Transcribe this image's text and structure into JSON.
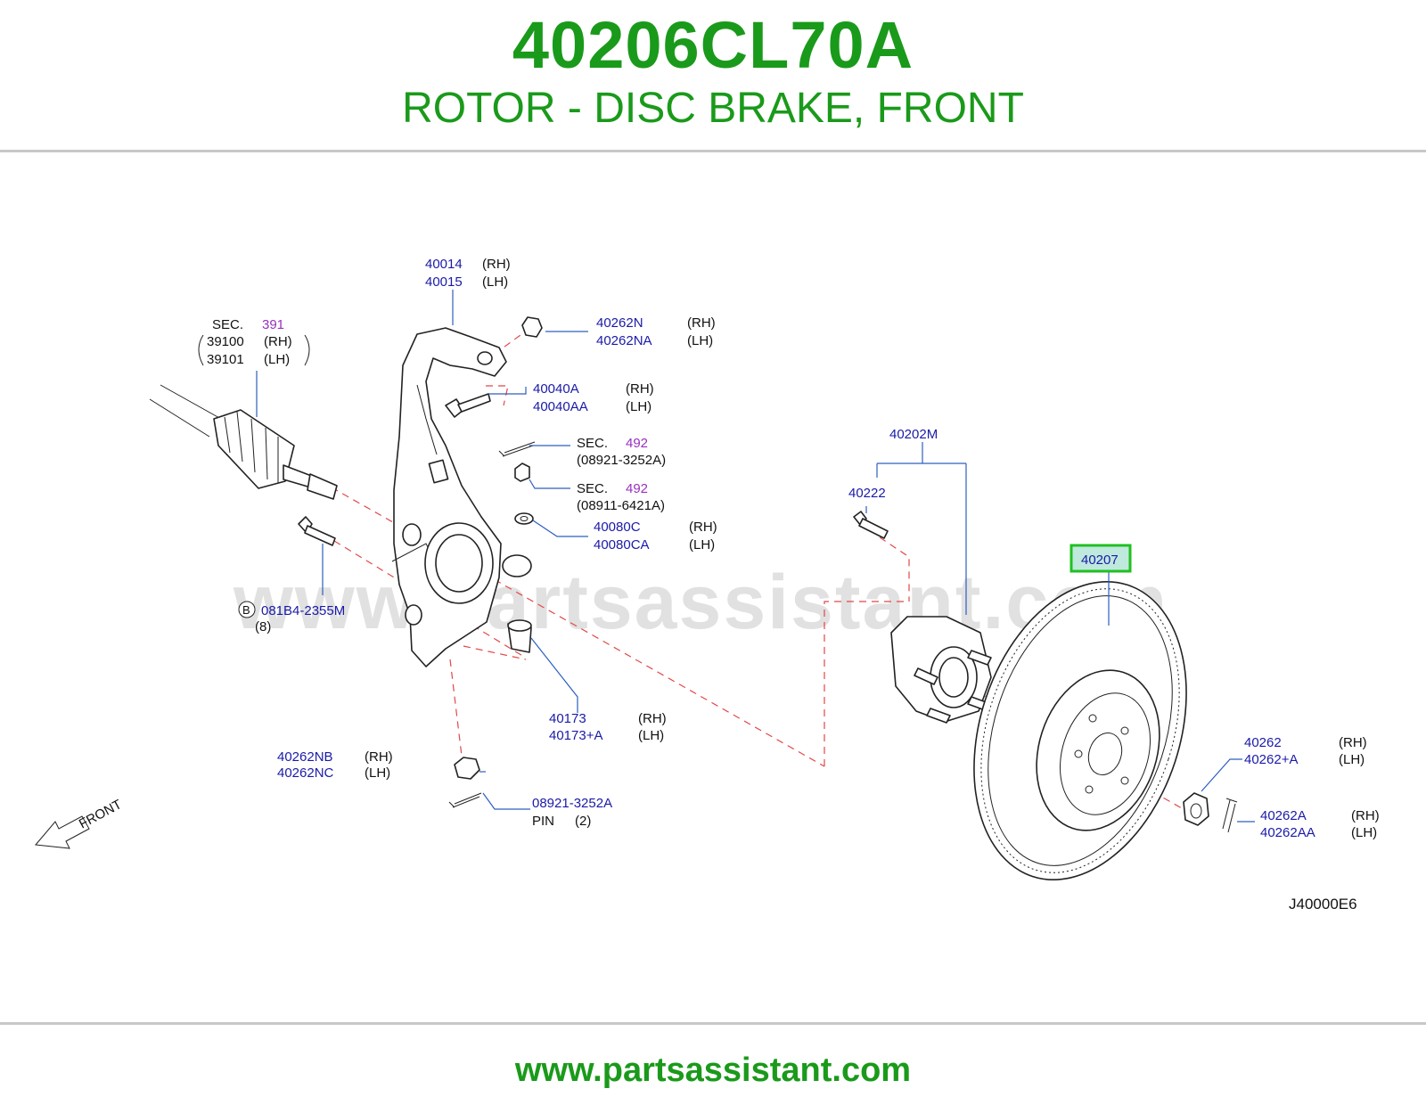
{
  "header": {
    "part_number": "40206CL70A",
    "description": "ROTOR - DISC BRAKE, FRONT"
  },
  "watermark": "www.partsassistant.com",
  "footer": {
    "url": "www.partsassistant.com"
  },
  "colors": {
    "brand_green": "#1a9a1a",
    "label_blue": "#1a1aa8",
    "section_purple": "#9a2fbf",
    "highlight_box": "#1fc01f",
    "dash_red": "#e24848"
  },
  "labels": {
    "knuckle": {
      "rh": "40014",
      "rh_side": "(RH)",
      "lh": "40015",
      "lh_side": "(LH)"
    },
    "driveshaft": {
      "sec": "SEC.",
      "sec_num": "391",
      "rh": "39100",
      "rh_side": "(RH)",
      "lh": "39101",
      "lh_side": "(LH)"
    },
    "nut_top": {
      "rh": "40262N",
      "rh_side": "(RH)",
      "lh": "40262NA",
      "lh_side": "(LH)"
    },
    "bolt_top": {
      "rh": "40040A",
      "rh_side": "(RH)",
      "lh": "40040AA",
      "lh_side": "(LH)"
    },
    "pin_sec_a": {
      "sec": "SEC.",
      "sec_num": "492",
      "part": "(08921-3252A)"
    },
    "nut_sec_b": {
      "sec": "SEC.",
      "sec_num": "492",
      "part": "(08911-6421A)"
    },
    "washer": {
      "rh": "40080C",
      "rh_side": "(RH)",
      "lh": "40080CA",
      "lh_side": "(LH)"
    },
    "bolt_b": {
      "circle": "B",
      "part": "081B4-2355M",
      "qty": "(8)"
    },
    "bushing": {
      "rh": "40173",
      "rh_side": "(RH)",
      "lh": "40173+A",
      "lh_side": "(LH)"
    },
    "nut_bottom": {
      "rh": "40262NB",
      "rh_side": "(RH)",
      "lh": "40262NC",
      "lh_side": "(LH)"
    },
    "pin_bottom": {
      "part": "08921-3252A",
      "name": "PIN",
      "qty": "(2)"
    },
    "hub_assy": "40202M",
    "stud": "40222",
    "rotor": "40207",
    "axle_nut": {
      "rh": "40262",
      "rh_side": "(RH)",
      "lh": "40262+A",
      "lh_side": "(LH)"
    },
    "cotter": {
      "rh": "40262A",
      "rh_side": "(RH)",
      "lh": "40262AA",
      "lh_side": "(LH)"
    },
    "front_arrow": "FRONT",
    "figure_code": "J40000E6"
  }
}
